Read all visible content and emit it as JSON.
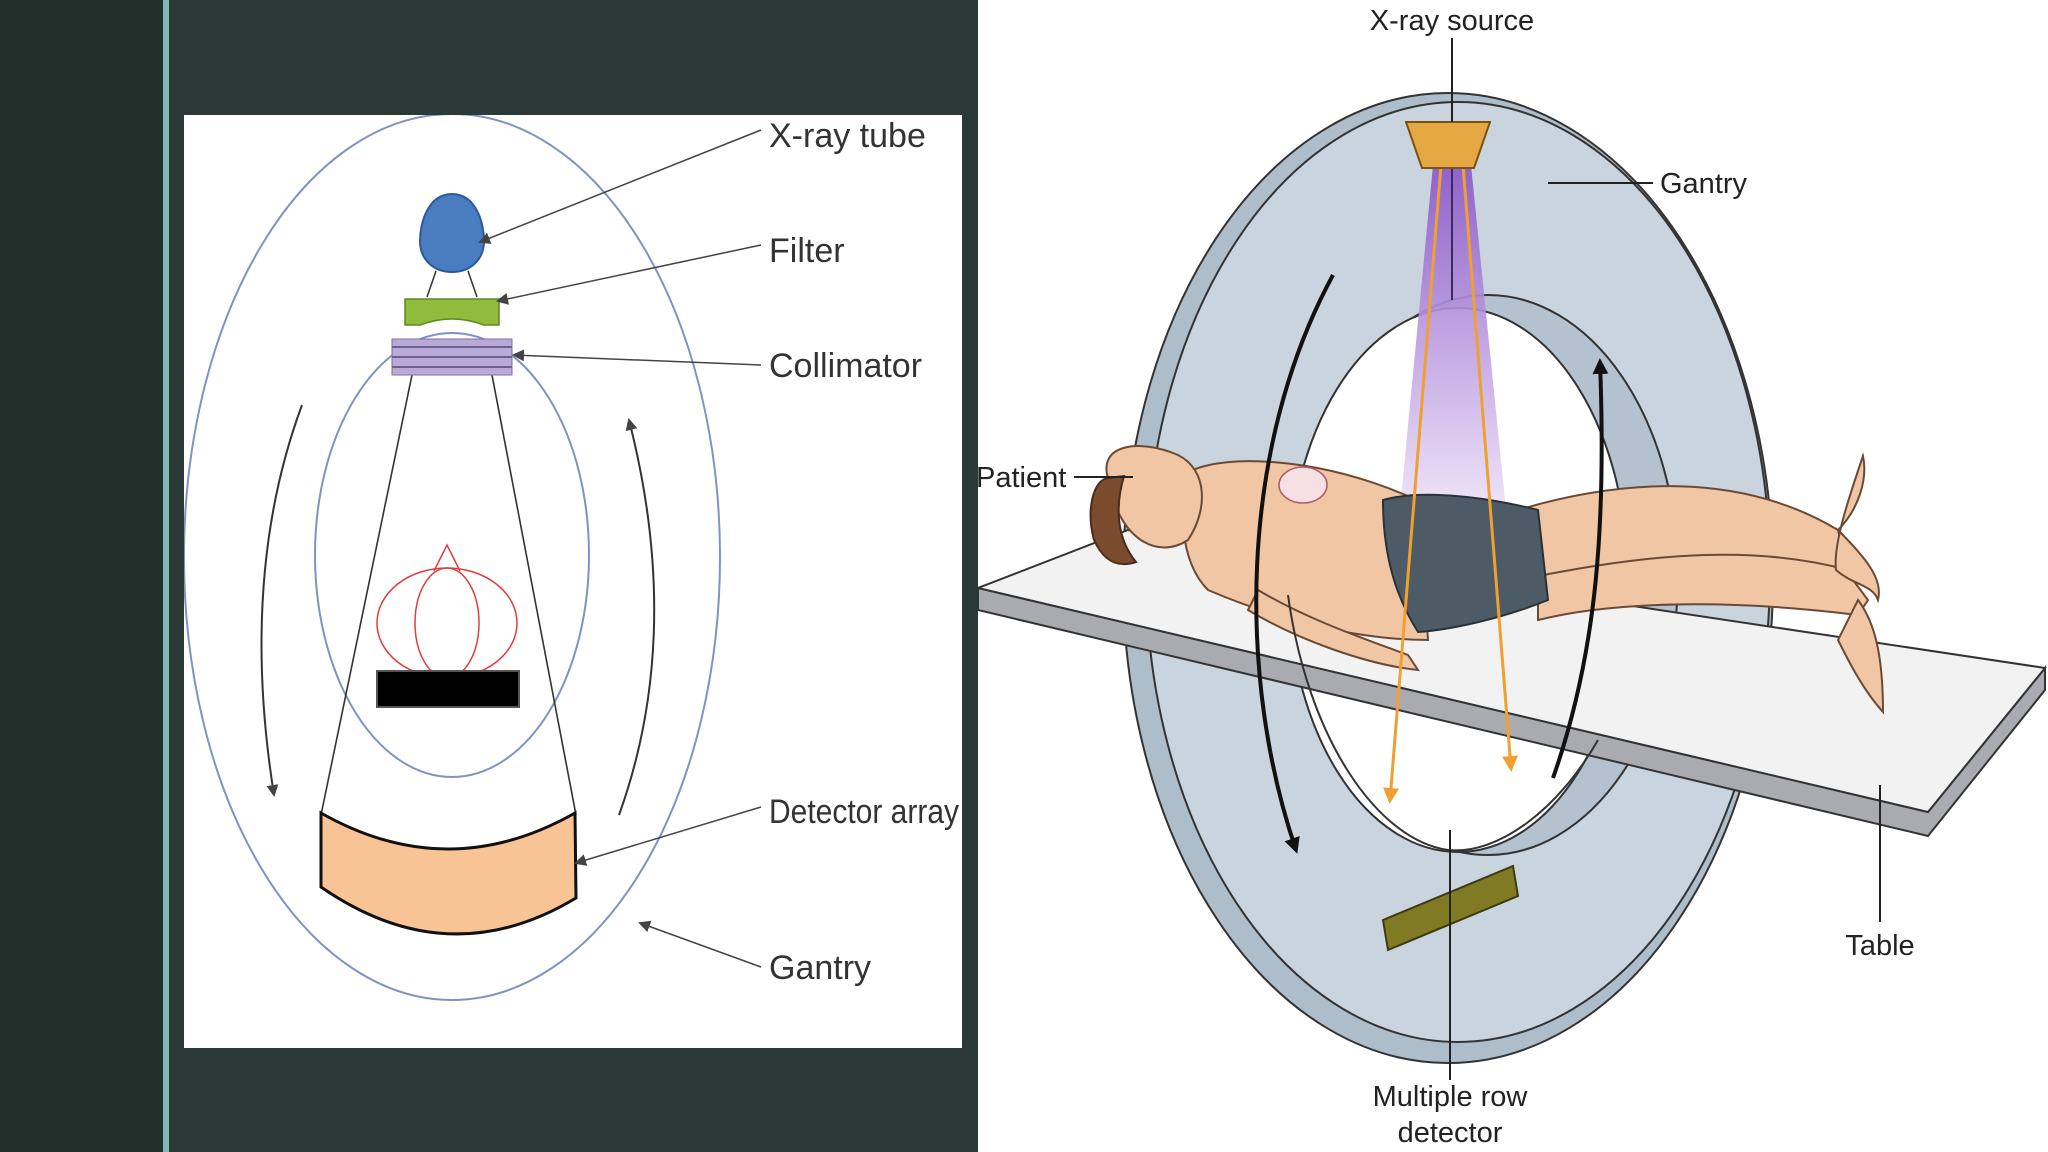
{
  "slide": {
    "colors": {
      "background": "#2c3a37",
      "strip": "#22302c",
      "accent": "#7fb8b4"
    }
  },
  "left_diagram": {
    "labels": {
      "xray_tube": "X-ray tube",
      "filter": "Filter",
      "collimator": "Collimator",
      "detector_array": "Detector array",
      "gantry": "Gantry"
    },
    "colors": {
      "tube": "#4a7cc0",
      "filter": "#8fbc3c",
      "collimator": "#b9a9d6",
      "detector": "#f9c495",
      "ring": "#7f93c3",
      "object": "#e23c3c"
    }
  },
  "right_diagram": {
    "labels": {
      "xray_source": "X-ray source",
      "gantry": "Gantry",
      "patient": "Patient",
      "table": "Table",
      "detector_line1": "Multiple row",
      "detector_line2": "detector"
    },
    "colors": {
      "gantry": "#c9d4de",
      "beam": "#b98ee0",
      "ray": "#f0a030",
      "detector": "#7f7a23",
      "skin": "#f0c6a4",
      "shorts": "#4d5b66"
    }
  }
}
